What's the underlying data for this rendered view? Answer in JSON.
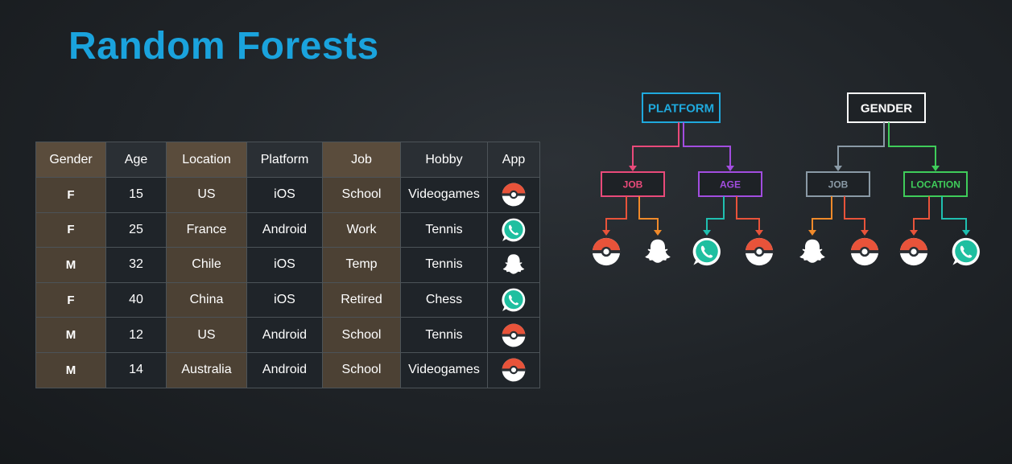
{
  "slide": {
    "title": "Random Forests"
  },
  "table": {
    "headers": [
      "Gender",
      "Age",
      "Location",
      "Platform",
      "Job",
      "Hobby",
      "App"
    ],
    "rows": [
      {
        "gender": "F",
        "age": "15",
        "location": "US",
        "platform": "iOS",
        "job": "School",
        "hobby": "Videogames",
        "app": "pokeball-icon"
      },
      {
        "gender": "F",
        "age": "25",
        "location": "France",
        "platform": "Android",
        "job": "Work",
        "hobby": "Tennis",
        "app": "whatsapp-icon"
      },
      {
        "gender": "M",
        "age": "32",
        "location": "Chile",
        "platform": "iOS",
        "job": "Temp",
        "hobby": "Tennis",
        "app": "snapchat-ghost-icon"
      },
      {
        "gender": "F",
        "age": "40",
        "location": "China",
        "platform": "iOS",
        "job": "Retired",
        "hobby": "Chess",
        "app": "whatsapp-icon"
      },
      {
        "gender": "M",
        "age": "12",
        "location": "US",
        "platform": "Android",
        "job": "School",
        "hobby": "Tennis",
        "app": "pokeball-icon"
      },
      {
        "gender": "M",
        "age": "14",
        "location": "Australia",
        "platform": "Android",
        "job": "School",
        "hobby": "Videogames",
        "app": "pokeball-icon"
      }
    ]
  },
  "trees": [
    {
      "root": {
        "label": "PLATFORM",
        "color": "#1fa9dd"
      },
      "children": [
        {
          "label": "JOB",
          "color": "#e94a7a",
          "leaves": [
            "pokeball-icon",
            "snapchat-ghost-icon"
          ]
        },
        {
          "label": "AGE",
          "color": "#a24de0",
          "leaves": [
            "whatsapp-icon",
            "pokeball-icon"
          ]
        }
      ]
    },
    {
      "root": {
        "label": "GENDER",
        "color": "#ffffff"
      },
      "children": [
        {
          "label": "JOB",
          "color": "#8a9aa6",
          "leaves": [
            "snapchat-ghost-icon",
            "pokeball-icon"
          ]
        },
        {
          "label": "LOCATION",
          "color": "#3fcc5a",
          "leaves": [
            "pokeball-icon",
            "whatsapp-icon"
          ]
        }
      ]
    }
  ],
  "colors": {
    "title": "#1aa3dd",
    "leaf_arrow_left": "#f08a2a",
    "leaf_arrow_red": "#e8533a",
    "leaf_arrow_teal": "#1fbfb0",
    "pokeball_red": "#e8533a",
    "whatsapp_teal": "#1fbfa0"
  }
}
